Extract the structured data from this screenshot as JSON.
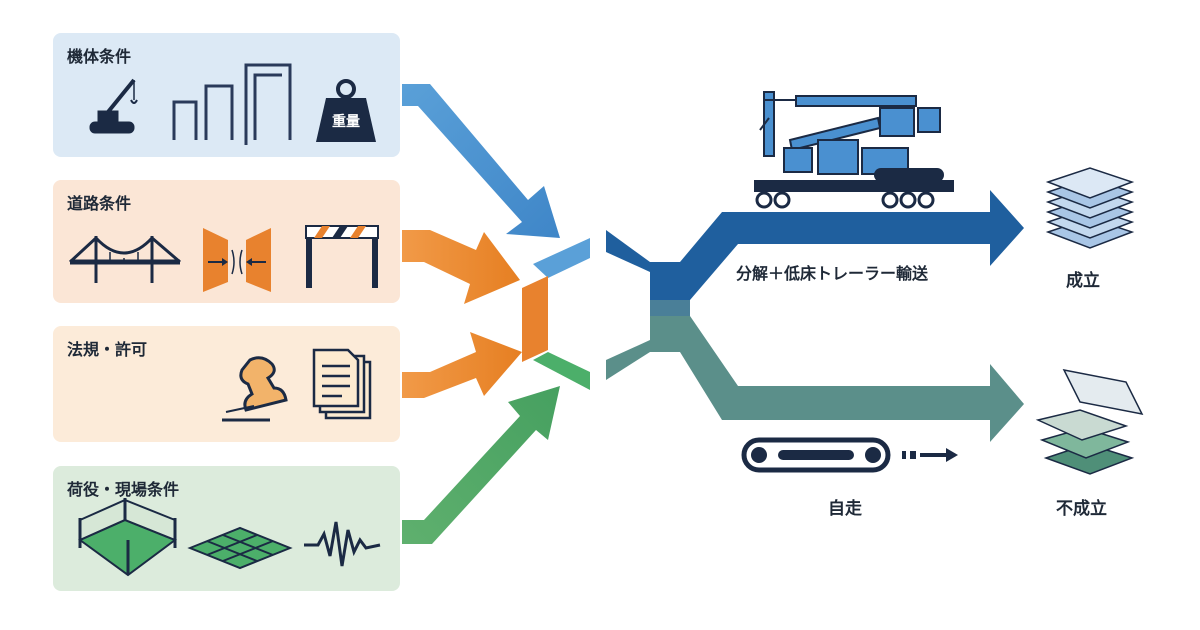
{
  "panels": {
    "machine": {
      "title": "機体条件",
      "weight_label": "重量"
    },
    "road": {
      "title": "道路条件"
    },
    "law": {
      "title": "法規・許可"
    },
    "site": {
      "title": "荷役・現場条件"
    }
  },
  "outcomes": {
    "upper_route": "分解＋低床トレーラー輸送",
    "upper_result": "成立",
    "lower_route": "自走",
    "lower_result": "不成立"
  },
  "colors": {
    "machine": "#4a90d0",
    "road": "#e8822e",
    "law": "#f0962e",
    "site": "#4caf6a",
    "upper_path": "#1f5f9e",
    "lower_path": "#5b8f8a",
    "dark_icon": "#1b2a44"
  },
  "icons": {
    "machine": [
      "crane-icon",
      "gate-frames-icon",
      "weight-icon"
    ],
    "road": [
      "bridge-icon",
      "narrow-road-icon",
      "height-barrier-icon"
    ],
    "law": [
      "stamp-icon",
      "documents-icon"
    ],
    "site": [
      "fenced-area-icon",
      "ground-plates-icon",
      "vibration-icon"
    ],
    "outcomes": [
      "trailer-crane-icon",
      "stacked-layers-icon",
      "crawler-track-icon",
      "scattered-layers-icon"
    ]
  }
}
